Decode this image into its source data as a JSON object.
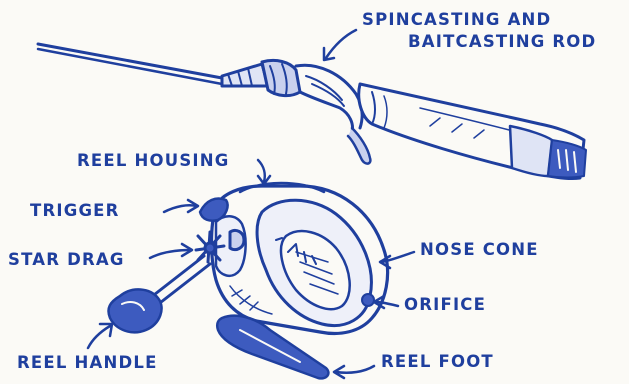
{
  "colors": {
    "ink": "#1f3f9e",
    "paper": "#fbfaf6",
    "shade": "#3d5bbf"
  },
  "labels": {
    "rod_line1": "SPINCASTING AND",
    "rod_line2": "BAITCASTING ROD",
    "reel_housing": "REEL HOUSING",
    "trigger": "TRIGGER",
    "star_drag": "STAR DRAG",
    "nose_cone": "NOSE CONE",
    "orifice": "ORIFICE",
    "reel_handle": "REEL HANDLE",
    "reel_foot": "REEL FOOT"
  }
}
